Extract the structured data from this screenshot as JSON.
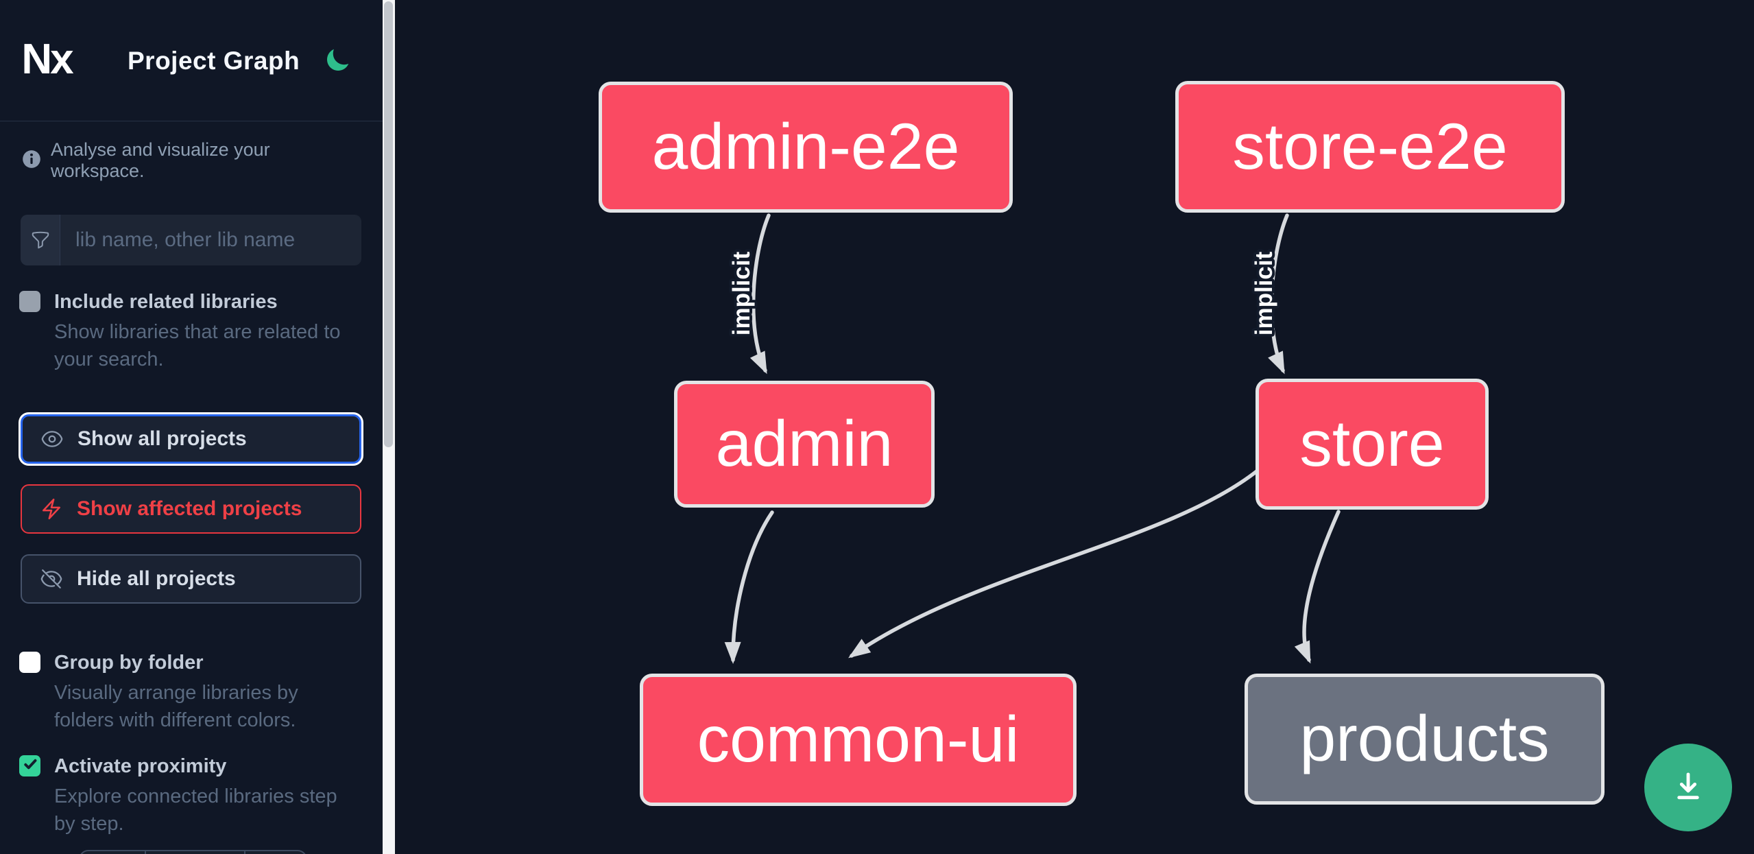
{
  "header": {
    "logo": "Nx",
    "title": "Project Graph"
  },
  "sidebar": {
    "tagline": "Analyse and visualize your workspace.",
    "search": {
      "placeholder": "lib name, other lib name"
    },
    "options": {
      "include_related": {
        "label": "Include related libraries",
        "description": "Show libraries that are related to your search.",
        "checked": false
      },
      "group_by_folder": {
        "label": "Group by folder",
        "description": "Visually arrange libraries by folders with different colors.",
        "checked": false
      },
      "activate_proximity": {
        "label": "Activate proximity",
        "description": "Explore connected libraries step by step.",
        "checked": true
      }
    },
    "actions": {
      "show_all": "Show all projects",
      "show_affected": "Show affected projects",
      "hide_all": "Hide all projects"
    }
  },
  "graph": {
    "nodes": [
      {
        "label": "admin-e2e",
        "type": "e2e",
        "color": "#fa4a62"
      },
      {
        "label": "store-e2e",
        "type": "e2e",
        "color": "#fa4a62"
      },
      {
        "label": "admin",
        "type": "app",
        "color": "#fa4a62"
      },
      {
        "label": "store",
        "type": "app",
        "color": "#fa4a62"
      },
      {
        "label": "common-ui",
        "type": "lib",
        "color": "#fa4a62"
      },
      {
        "label": "products",
        "type": "lib",
        "color": "#6b7280"
      }
    ],
    "edges": [
      {
        "source": "admin-e2e",
        "target": "admin",
        "label": "implicit"
      },
      {
        "source": "store-e2e",
        "target": "store",
        "label": "implicit"
      },
      {
        "source": "admin",
        "target": "common-ui",
        "label": ""
      },
      {
        "source": "store",
        "target": "common-ui",
        "label": ""
      },
      {
        "source": "store",
        "target": "products",
        "label": ""
      }
    ]
  },
  "icons": {
    "theme": "moon-icon",
    "info": "info-icon",
    "search": "funnel-icon",
    "show_all": "eye-icon",
    "show_affected": "bolt-icon",
    "hide_all": "eye-slash-icon",
    "download": "download-icon"
  },
  "colors": {
    "background": "#0f1523",
    "node_pink": "#fa4a62",
    "node_gray": "#6b7280",
    "node_border": "#e3e4e6",
    "edge": "#d7dade",
    "focus_blue": "#2563eb",
    "danger_red": "#e8363f",
    "check_green": "#34d399",
    "download_green": "#35b286",
    "moon_green": "#2ebe8b"
  }
}
